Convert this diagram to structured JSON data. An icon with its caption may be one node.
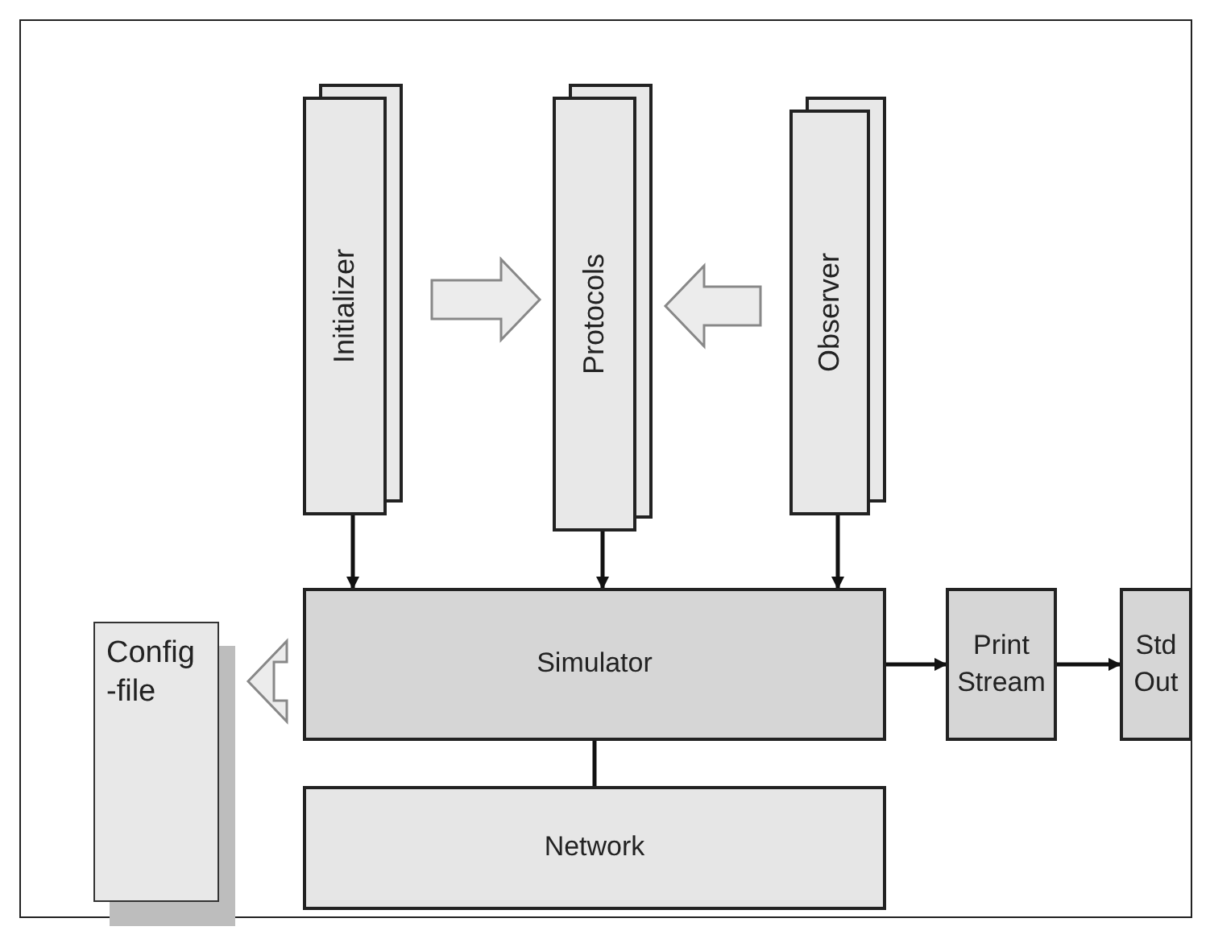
{
  "diagram": {
    "nodes": [
      {
        "text": [
          "Initializer"
        ]
      },
      {
        "text": [
          "Protocols"
        ]
      },
      {
        "text": [
          "Observer"
        ]
      },
      {
        "text": [
          "Config -file"
        ]
      },
      {
        "text": [
          "Simulator"
        ]
      },
      {
        "text": [
          "Print Stream"
        ]
      },
      {
        "text": [
          "Std Out"
        ]
      },
      {
        "text": [
          "Network"
        ]
      }
    ],
    "edges": [
      {
        "from": 0,
        "to": 1,
        "arrow": "to",
        "style": "thick"
      },
      {
        "from": 2,
        "to": 1,
        "arrow": "to",
        "style": "thick"
      },
      {
        "from": 0,
        "to": 4,
        "arrow": "to"
      },
      {
        "from": 1,
        "to": 4,
        "arrow": "to"
      },
      {
        "from": 2,
        "to": 4,
        "arrow": "to"
      },
      {
        "from": 4,
        "to": 3,
        "arrow": "to",
        "style": "thick"
      },
      {
        "from": 4,
        "to": 5,
        "arrow": "to"
      },
      {
        "from": 5,
        "to": 6,
        "arrow": "to"
      },
      {
        "from": 4,
        "to": 7,
        "arrow": "none"
      }
    ]
  }
}
